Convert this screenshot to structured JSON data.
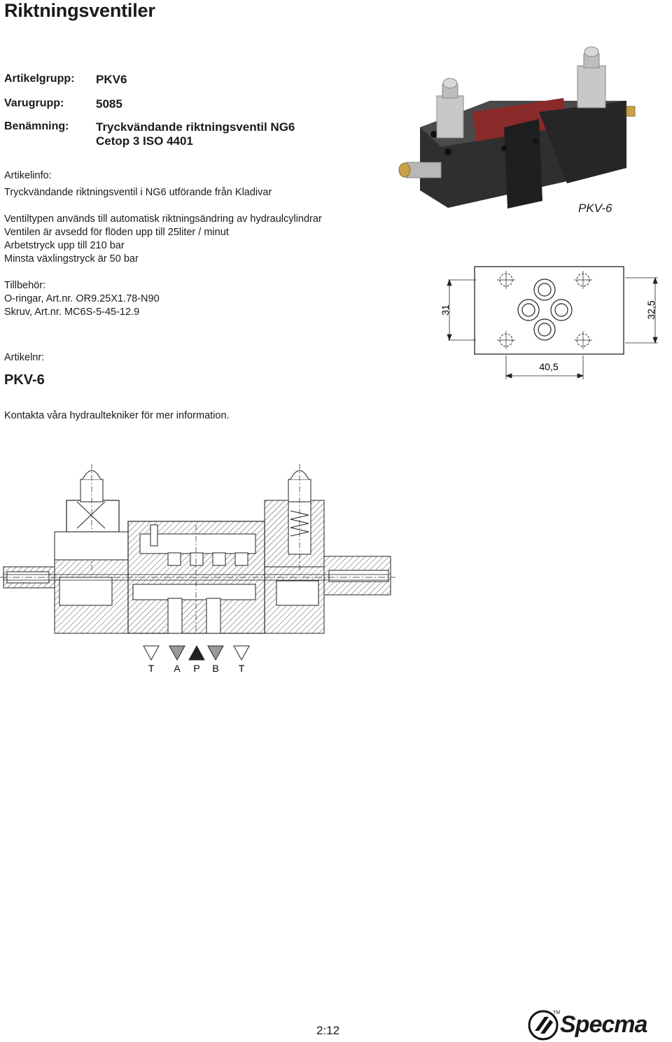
{
  "title": "Riktningsventiler",
  "fields": [
    {
      "label": "Artikelgrupp:",
      "value": "PKV6"
    },
    {
      "label": "Varugrupp:",
      "value": "5085"
    },
    {
      "label": "Benämning:",
      "value": "Tryckvändande riktningsventil NG6",
      "value2": "Cetop 3 ISO 4401"
    }
  ],
  "artikelinfo": {
    "heading": "Artikelinfo:",
    "intro": "Tryckvändande riktningsventil i NG6 utförande från Kladivar",
    "lines": [
      "Ventiltypen används till automatisk riktningsändring av hydraulcylindrar",
      "Ventilen är avsedd för flöden upp till 25liter / minut",
      "Arbetstryck upp till 210 bar",
      "Minsta växlingstryck är 50 bar"
    ]
  },
  "tillbehor": {
    "heading": "Tillbehör:",
    "lines": [
      "O-ringar, Art.nr. OR9.25X1.78-N90",
      "Skruv, Art.nr. MC6S-5-45-12.9"
    ]
  },
  "artikelnr": {
    "heading": "Artikelnr:",
    "value": "PKV-6"
  },
  "contact": "Kontakta våra hydraultekniker för mer information.",
  "photo_caption": "PKV-6",
  "dimensions": {
    "height": "31",
    "height2": "32,5",
    "width": "40,5"
  },
  "ports": [
    "T",
    "A",
    "P",
    "B",
    "T"
  ],
  "page_number": "2:12",
  "brand": {
    "name": "Specma",
    "tm": "TM"
  },
  "colors": {
    "valve_body": "#3a3a3a",
    "valve_red": "#8b2a2a",
    "metal": "#c8c8c8"
  }
}
